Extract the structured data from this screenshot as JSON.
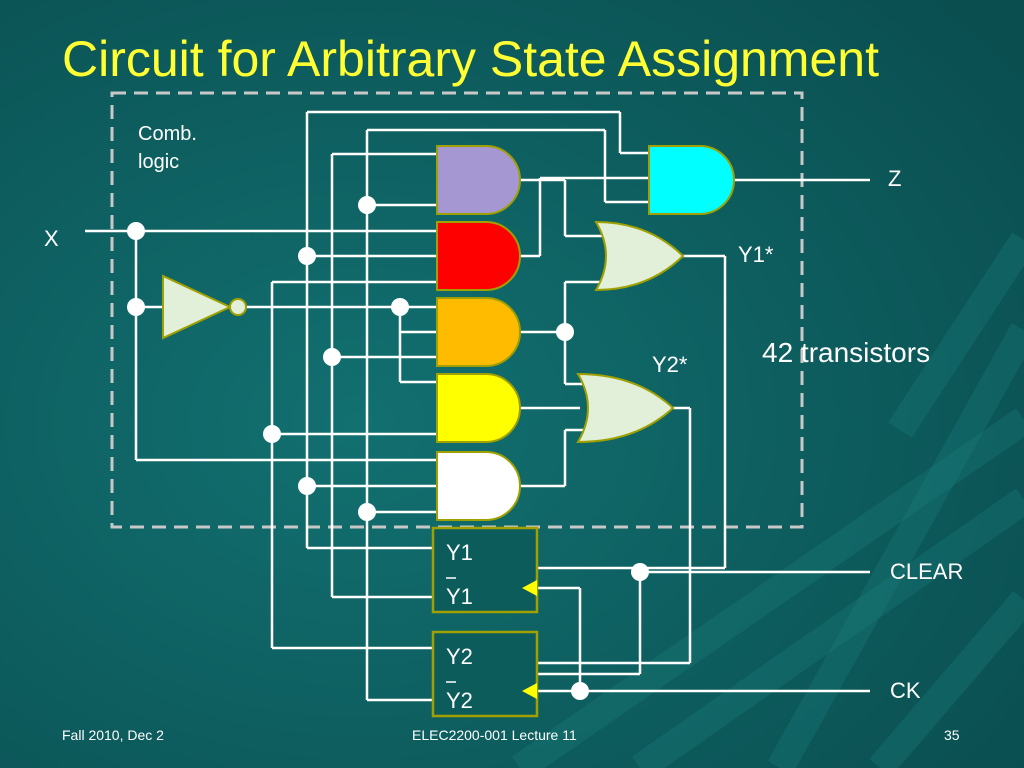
{
  "slide": {
    "title": "Circuit for Arbitrary State Assignment",
    "footer_left": "Fall 2010, Dec 2",
    "footer_center": "ELEC2200-001 Lecture 11",
    "footer_right": "35"
  },
  "diagram": {
    "comb_label_line1": "Comb.",
    "comb_label_line2": "logic",
    "input_x": "X",
    "output_z": "Z",
    "output_y1_next": "Y1*",
    "output_y2_next": "Y2*",
    "transistor_count": "42 transistors",
    "ff1_q": "Y1",
    "ff1_qbar": "Y1",
    "ff2_q": "Y2",
    "ff2_qbar": "Y2",
    "clear_label": "CLEAR",
    "ck_label": "CK"
  },
  "colors": {
    "background": "#0d5c5c",
    "title": "#ffff33",
    "wire": "#ffffff",
    "and_gate_1": "#a597d2",
    "and_gate_2": "#ff0000",
    "and_gate_3": "#ffbb00",
    "and_gate_4": "#ffff00",
    "and_gate_5": "#ffffff",
    "and_gate_out": "#00ffff",
    "or_gates": "#e2efd9",
    "inverter": "#e2efd9",
    "gate_outline": "#a0a000",
    "clock_triangle": "#ffff00"
  }
}
